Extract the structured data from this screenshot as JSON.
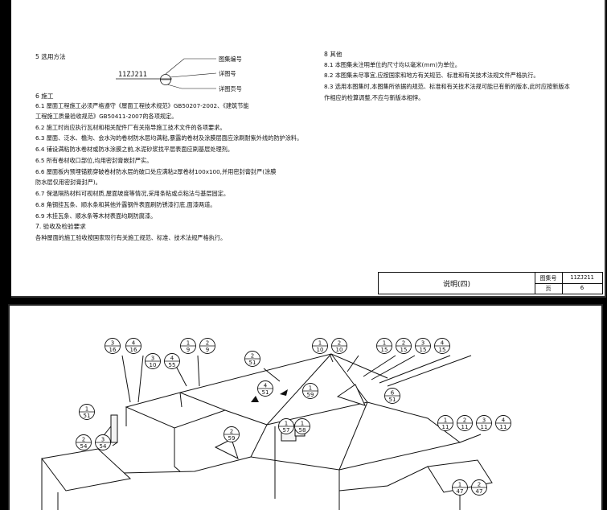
{
  "sheet_top": {
    "section5": {
      "heading": "5  选用方法",
      "code": "11ZJ211",
      "label_atlas": "图集编号",
      "label_detail": "详图号",
      "label_page": "详图页号"
    },
    "section6": {
      "heading": "6  施工",
      "items": [
        "6.1  屋面工程施工必须严格遵守《屋面工程技术规范》GB50207-2002、《建筑节能",
        "工程施工质量验收规范》GB50411-2007的各项规定。",
        "6.2  施工时尚应执行瓦材和相关配件厂有关指导施工技术文件的各项要求。",
        "6.3  屋面、泛水、檐沟、会水沟的卷材防水层均满粘,暴露的卷材及涂膜层面应涂刷耐紫外线的防护涂料。",
        "6.4  铺设满粘防水卷材或防水涂膜之前,水泥砂浆找平层表面应刷基层处理剂。",
        "6.5  所有卷材收口部位,均用密封膏嵌封严实。",
        "6.6  屋面板内预埋锚筋穿破卷材防水层的破口处应满粘2厚卷材100x100,并用密封膏封严(涂膜",
        "防水层仅用密封膏封严)。",
        "6.7  保温隔热材料可视材质,屋面坡度等情况,采用条粘或点粘法与基层固定。",
        "6.8  角钢挂瓦条、顺水条和其他外露钢件表面刷防锈漆打底,面漆两道。",
        "6.9  木挂瓦条、顺水条等木材表面均刷防腐漆。"
      ]
    },
    "section7": {
      "heading": "7.  验收及检验要求",
      "text": "各种屋面的施工验收按国家现行有关施工规范、标准、技术法规严格执行。"
    },
    "section8": {
      "heading": "8  其他",
      "items": [
        "8.1  本图集未注明单位的尺寸均以毫米(mm)为单位。",
        "8.2  本图集未尽事宜,应按国家和地方有关规范、标准和有关技术法规文件严格执行。",
        "8.3  选用本图集时,本图集所依据的规范、标准和有关技术法规可能已有新的版本,此时应按新版本",
        "作相应的检算调整,不应与新版本相悖。"
      ]
    },
    "title_block": {
      "title": "说明(四)",
      "atlas_label": "图集号",
      "atlas_value": "11ZJ211",
      "page_label": "页",
      "page_value": "6"
    }
  },
  "drawing": {
    "callouts": [
      {
        "top": "3",
        "bottom": "16"
      },
      {
        "top": "4",
        "bottom": "16"
      },
      {
        "top": "3",
        "bottom": "10"
      },
      {
        "top": "4",
        "bottom": "55"
      },
      {
        "top": "1",
        "bottom": "9"
      },
      {
        "top": "2",
        "bottom": "9"
      },
      {
        "top": "2",
        "bottom": "51"
      },
      {
        "top": "1",
        "bottom": "10"
      },
      {
        "top": "2",
        "bottom": "10"
      },
      {
        "top": "1",
        "bottom": "15"
      },
      {
        "top": "2",
        "bottom": "15"
      },
      {
        "top": "3",
        "bottom": "15"
      },
      {
        "top": "4",
        "bottom": "15"
      },
      {
        "top": "4",
        "bottom": "51"
      },
      {
        "top": "1",
        "bottom": "59"
      },
      {
        "top": "6",
        "bottom": "51"
      },
      {
        "top": "1",
        "bottom": "51"
      },
      {
        "top": "1",
        "bottom": "57"
      },
      {
        "top": "1",
        "bottom": "58"
      },
      {
        "top": "2",
        "bottom": "59"
      },
      {
        "top": "1",
        "bottom": "11"
      },
      {
        "top": "2",
        "bottom": "11"
      },
      {
        "top": "3",
        "bottom": "11"
      },
      {
        "top": "4",
        "bottom": "11"
      },
      {
        "top": "2",
        "bottom": "54"
      },
      {
        "top": "3",
        "bottom": "54"
      },
      {
        "top": "1",
        "bottom": "47"
      },
      {
        "top": "2",
        "bottom": "47"
      }
    ]
  }
}
